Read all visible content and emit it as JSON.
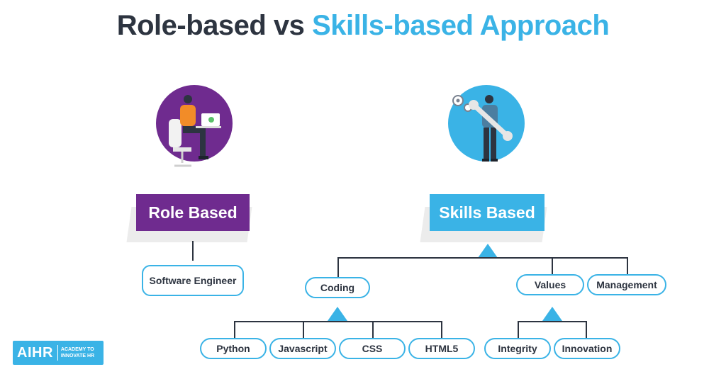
{
  "title": {
    "part1": "Role-based vs ",
    "part2": "Skills-based Approach"
  },
  "role": {
    "header": "Role Based",
    "item": "Software Engineer"
  },
  "skills": {
    "header": "Skills Based",
    "coding": {
      "label": "Coding",
      "children": [
        "Python",
        "Javascript",
        "CSS",
        "HTML5"
      ]
    },
    "values": {
      "label": "Values",
      "children": [
        "Integrity",
        "Innovation"
      ]
    },
    "management": "Management"
  },
  "logo": {
    "mark": "AIHR",
    "line1": "ACADEMY TO",
    "line2": "INNOVATE HR"
  },
  "colors": {
    "purple": "#6f2b8f",
    "blue": "#3ab3e6",
    "dark": "#2d3440"
  }
}
